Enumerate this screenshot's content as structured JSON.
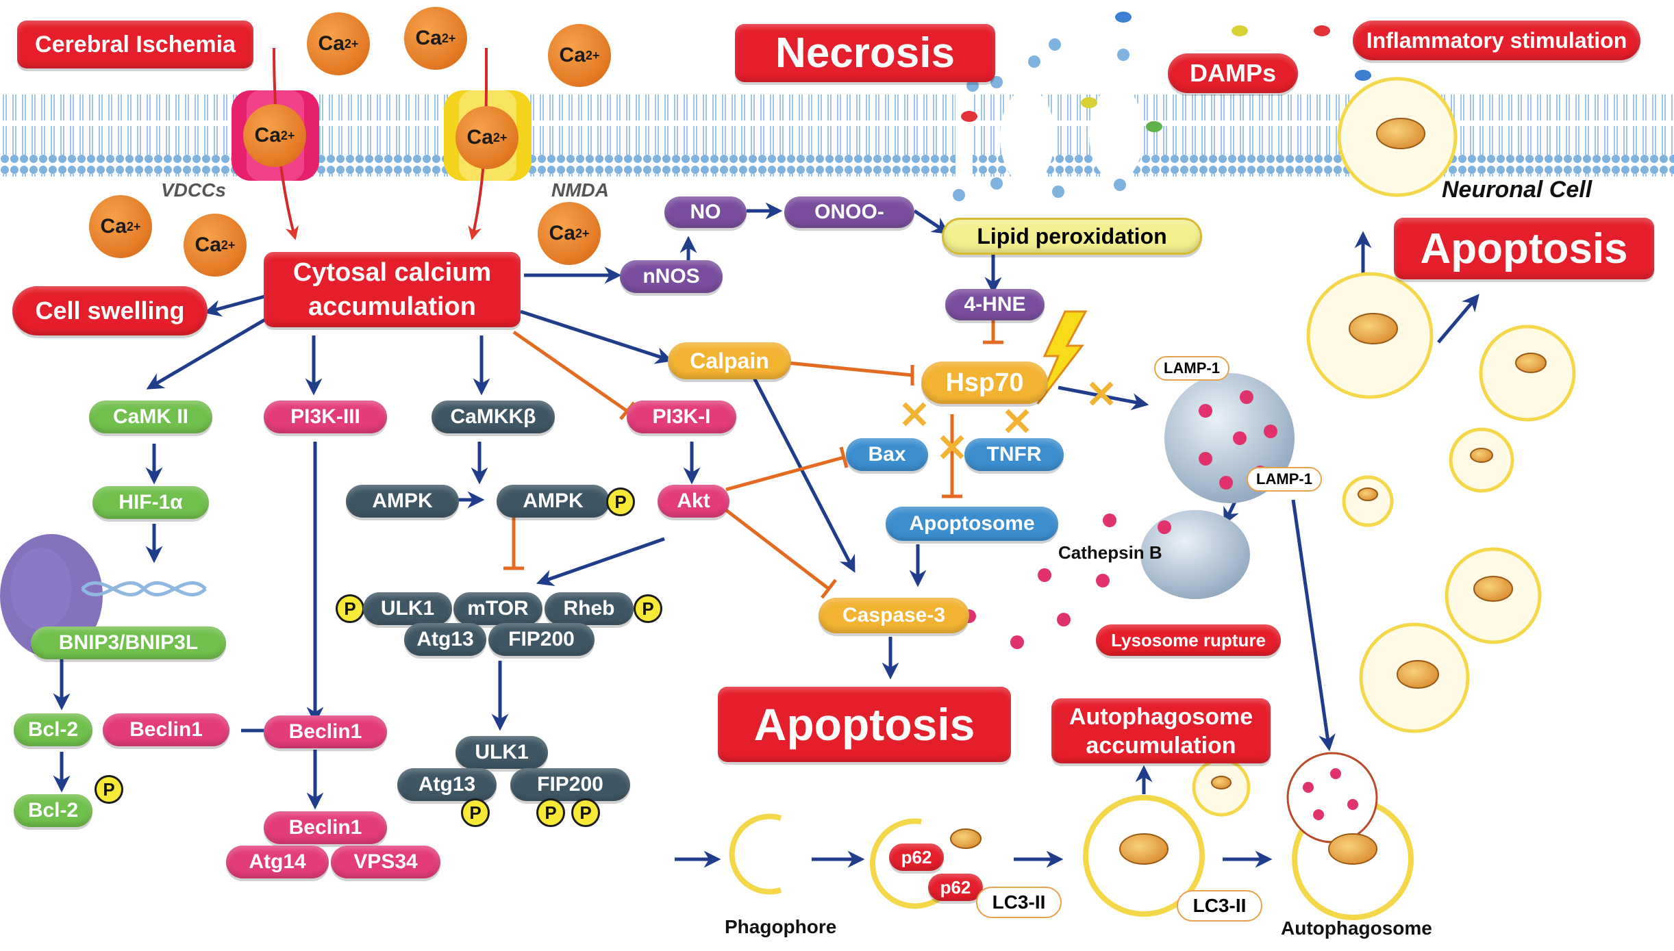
{
  "title_boxes": {
    "cerebral_ischemia": "Cerebral Ischemia",
    "necrosis": "Necrosis",
    "damps": "DAMPs",
    "inflammatory": "Inflammatory stimulation",
    "apoptosis_top": "Apoptosis",
    "apoptosis_center": "Apoptosis",
    "cell_swelling": "Cell swelling",
    "autophagosome_accumulation_line1": "Autophagosome",
    "autophagosome_accumulation_line2": "accumulation"
  },
  "membrane_labels": {
    "vdccs": "VDCCs",
    "nmda": "NMDA",
    "neuronal_cell": "Neuronal Cell"
  },
  "calcium": {
    "ca_text": "Ca",
    "ca_sup": "2+"
  },
  "central": {
    "line1": "Cytosal calcium",
    "line2": "accumulation"
  },
  "nodes": {
    "nnos": "nNOS",
    "no": "NO",
    "onoo": "ONOO-",
    "lipid_peroxidation": "Lipid peroxidation",
    "hne": "4-HNE",
    "hsp70": "Hsp70",
    "calpain": "Calpain",
    "bax": "Bax",
    "tnfr": "TNFR",
    "apoptosome": "Apoptosome",
    "caspase3": "Caspase-3",
    "camk2": "CaMK II",
    "hif1a": "HIF-1α",
    "bnip3": "BNIP3/BNIP3L",
    "bcl2_a": "Bcl-2",
    "beclin1_a": "Beclin1",
    "bcl2_b": "Bcl-2",
    "pi3k3": "PI3K-III",
    "beclin1_b": "Beclin1",
    "beclin1_c": "Beclin1",
    "atg14": "Atg14",
    "vps34": "VPS34",
    "camkkb": "CaMKKβ",
    "ampk_a": "AMPK",
    "ampk_b": "AMPK",
    "pi3k1": "PI3K-I",
    "akt": "Akt",
    "ulk1_a": "ULK1",
    "mtor": "mTOR",
    "rheb": "Rheb",
    "atg13_a": "Atg13",
    "fip200_a": "FIP200",
    "ulk1_b": "ULK1",
    "atg13_b": "Atg13",
    "fip200_b": "FIP200",
    "p": "P"
  },
  "lysosome": {
    "lamp1_a": "LAMP-1",
    "lamp1_b": "LAMP-1",
    "cathepsin_b": "Cathepsin B",
    "rupture": "Lysosome rupture"
  },
  "autophagy": {
    "phagophore": "Phagophore",
    "p62_a": "p62",
    "p62_b": "p62",
    "lc3_a": "LC3-II",
    "lc3_b": "LC3-II",
    "autophagosome": "Autophagosome"
  },
  "colors": {
    "red": "#e41e2a",
    "green": "#71bf4c",
    "pink": "#e23c7a",
    "dark": "#3f5765",
    "purple": "#7a4e9e",
    "blue": "#3c8ecf",
    "orange_pill": "#f2b232",
    "arrow_blue": "#1f3d8a",
    "inhibit_orange": "#e36b21",
    "membrane": "#9fc6e6",
    "vesicle_ring": "#f5d74a"
  },
  "icons": [
    "vdcc-channel-icon",
    "nmda-channel-icon",
    "nucleus-icon",
    "lightning-icon",
    "lysosome-icon",
    "mitochondrion-icon",
    "dna-helix-icon"
  ]
}
